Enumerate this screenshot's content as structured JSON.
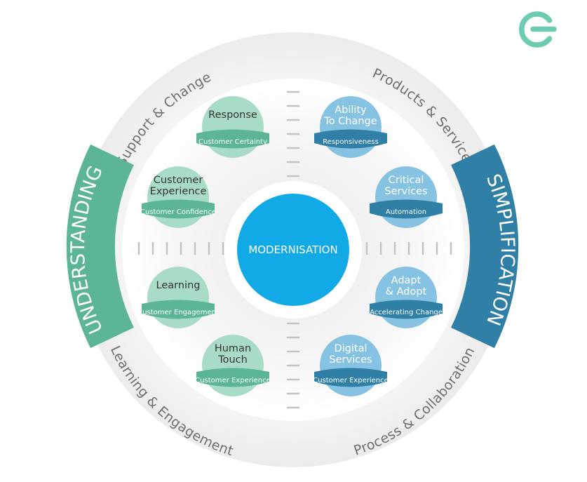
{
  "colors": {
    "teal": "#5bb596",
    "teal_light": "#a9dcc6",
    "blue": "#2f7fa6",
    "blue_light": "#86c2e2",
    "center": "#11a9e6",
    "logo": "#6ccbb0"
  },
  "logo": {
    "icon": "brand-logo-icon"
  },
  "center": {
    "label": "MODERNISATION"
  },
  "outer_labels": {
    "top_left": "Support & Change",
    "top_right": "Products & Services",
    "bottom_left": "Learning & Engagement",
    "bottom_right": "Process & Collaboration"
  },
  "bands": {
    "left": "UNDERSTANDING",
    "right": "SIMPLIFICATION"
  },
  "nodes": [
    {
      "title1": "Response",
      "title2": "",
      "sub": "Customer Certainty"
    },
    {
      "title1": "Customer",
      "title2": "Experience",
      "sub": "Customer Confidence"
    },
    {
      "title1": "Learning",
      "title2": "",
      "sub": "Customer Engagement"
    },
    {
      "title1": "Human",
      "title2": "Touch",
      "sub": "Customer Experience"
    },
    {
      "title1": "Ability",
      "title2": "To Change",
      "sub": "Responsiveness"
    },
    {
      "title1": "Critical",
      "title2": "Services",
      "sub": "Automation"
    },
    {
      "title1": "Adapt",
      "title2": "& Adopt",
      "sub": "Accelerating Change"
    },
    {
      "title1": "Digital",
      "title2": "Services",
      "sub": "Customer Experience"
    }
  ]
}
